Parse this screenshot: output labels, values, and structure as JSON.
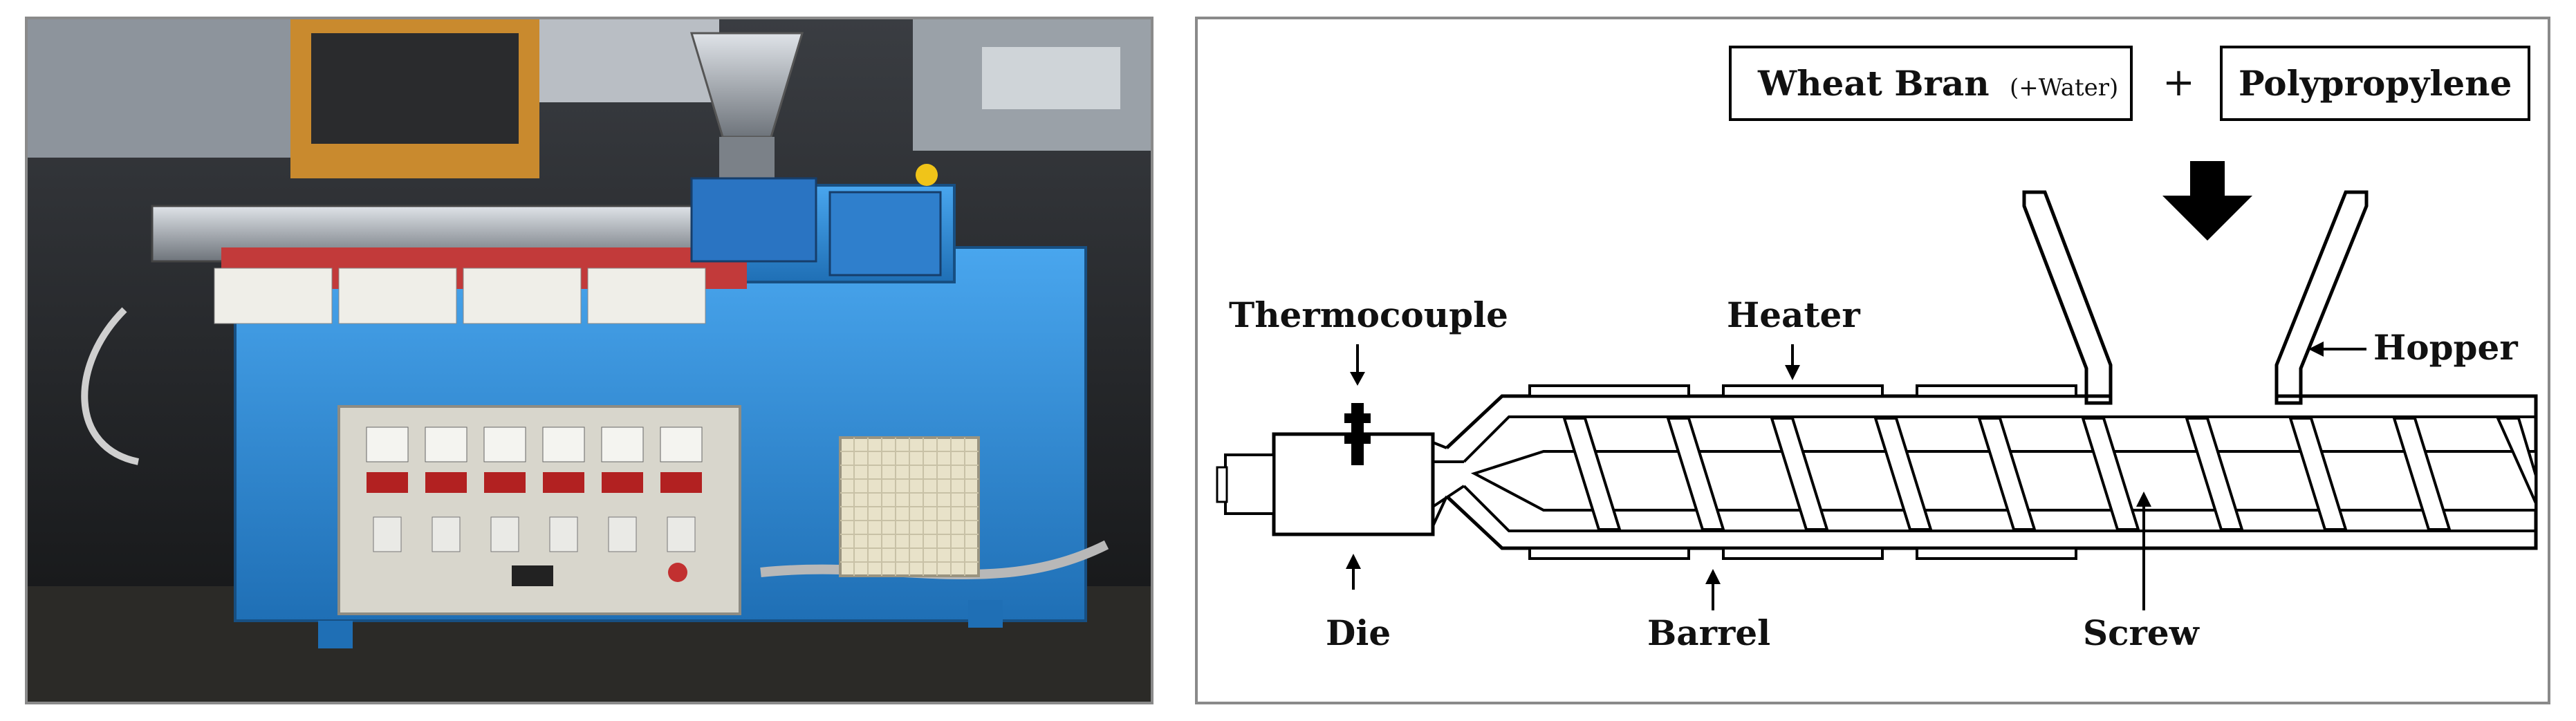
{
  "diagram": {
    "input_a_main": "Wheat Bran",
    "input_a_note": "(+Water)",
    "plus_sign": "+",
    "input_b": "Polypropylene",
    "labels": {
      "thermocouple": "Thermocouple",
      "heater": "Heater",
      "hopper": "Hopper",
      "die": "Die",
      "barrel": "Barrel",
      "screw": "Screw"
    }
  },
  "colors": {
    "machine_body": "#2f8fd8",
    "control_panel": "#d8d6cc",
    "frame_border": "#8a8a8a"
  }
}
